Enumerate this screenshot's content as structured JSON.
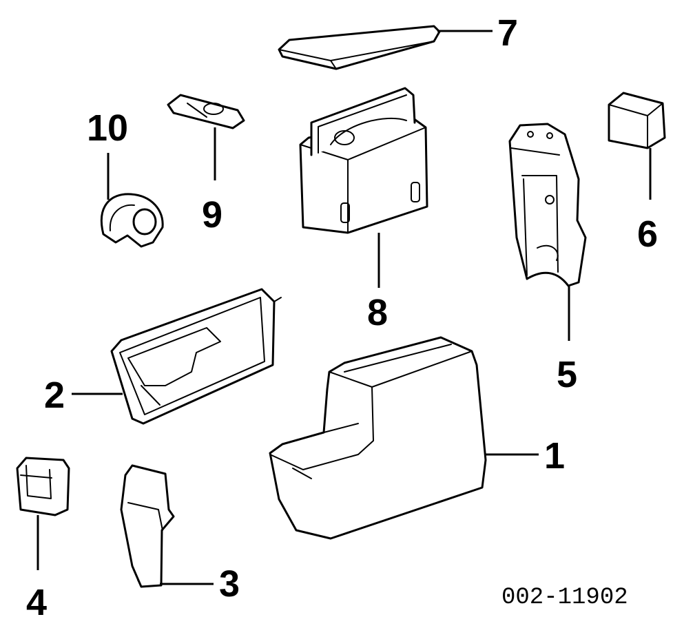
{
  "callouts": [
    "1",
    "2",
    "3",
    "4",
    "5",
    "6",
    "7",
    "8",
    "9",
    "10"
  ],
  "figure_code": "002-11902"
}
